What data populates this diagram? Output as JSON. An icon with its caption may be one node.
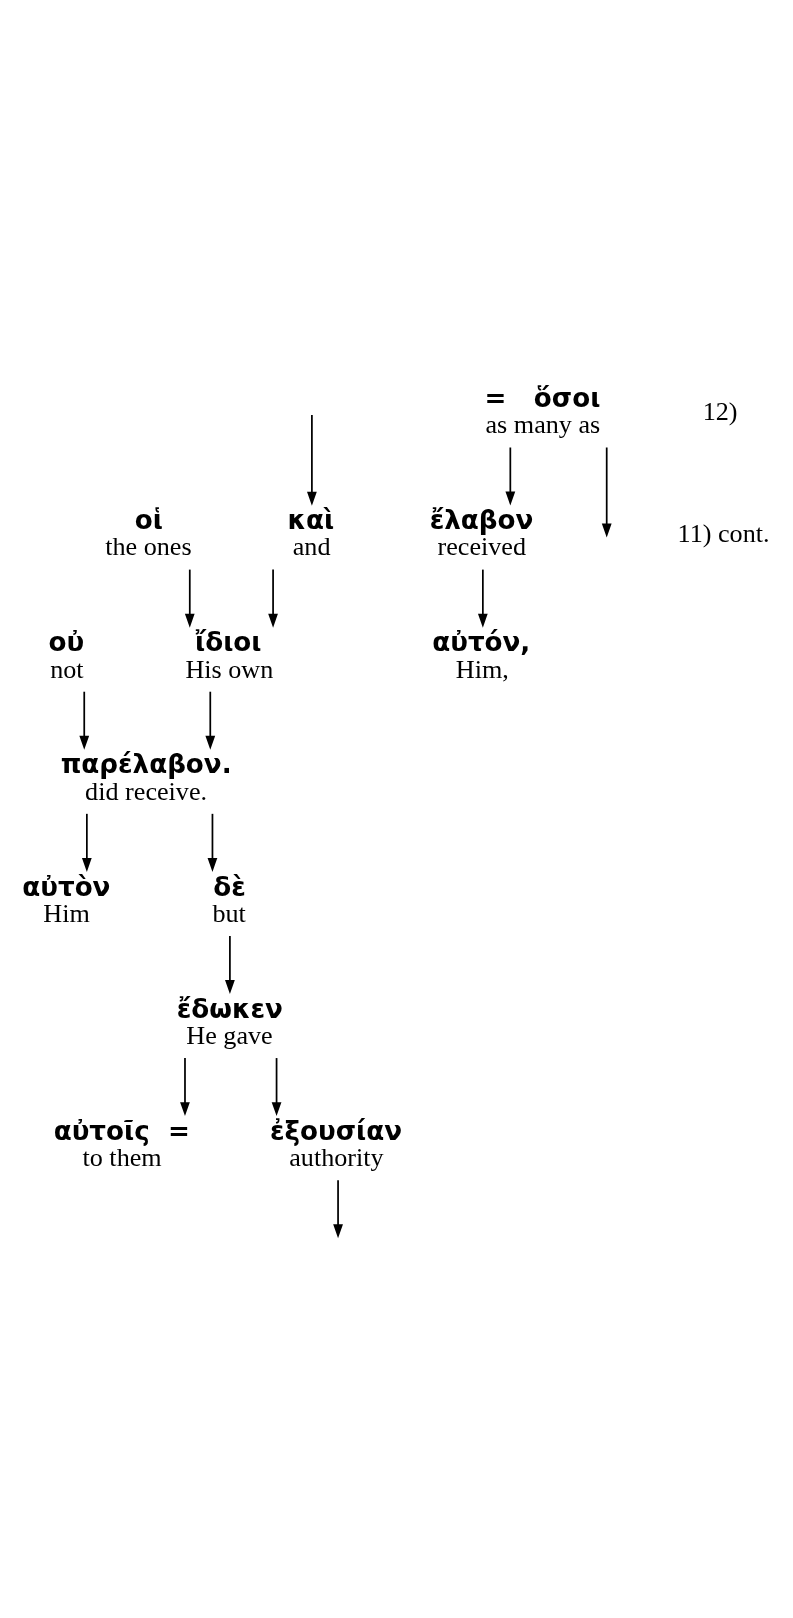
{
  "diagram": {
    "nodes": [
      {
        "text": [
          "καὶ",
          "and"
        ]
      },
      {
        "text": [
          "οἱ",
          "the ones"
        ]
      },
      {
        "text": [
          "ἴδιοι",
          "His own"
        ]
      },
      {
        "text": [
          "αὐτὸν",
          "Him"
        ]
      },
      {
        "text": [
          "οὐ",
          "not"
        ]
      },
      {
        "text": [
          "παρέλαβον.",
          "did receive."
        ]
      },
      {
        "text": [
          "δὲ",
          "but"
        ]
      },
      {
        "text": [
          "ἔδωκεν",
          "He gave"
        ]
      },
      {
        "text": [
          "αὐτοῖς  =",
          "to them"
        ]
      },
      {
        "text": [
          "ἐξουσίαν",
          "authority"
        ]
      },
      {
        "text": [
          "=   ὅσοι",
          "as many as"
        ]
      },
      {
        "text": [
          "ἔλαβον",
          "received"
        ]
      },
      {
        "text": [
          "αὐτόν,",
          "Him,"
        ]
      }
    ],
    "edges": [
      {
        "from": null,
        "to": 0,
        "arrow": "to"
      },
      {
        "from": 0,
        "to": 2,
        "arrow": "to"
      },
      {
        "from": 1,
        "to": 2,
        "arrow": "to"
      },
      {
        "from": 2,
        "to": 5,
        "arrow": "to"
      },
      {
        "from": 4,
        "to": 5,
        "arrow": "to"
      },
      {
        "from": 5,
        "to": 3,
        "arrow": "to"
      },
      {
        "from": 5,
        "to": 6,
        "arrow": "to"
      },
      {
        "from": 6,
        "to": 7,
        "arrow": "to"
      },
      {
        "from": 7,
        "to": 8,
        "arrow": "to"
      },
      {
        "from": 7,
        "to": 9,
        "arrow": "to"
      },
      {
        "from": 9,
        "to": null,
        "arrow": "to"
      },
      {
        "from": 10,
        "to": null,
        "arrow": "to"
      },
      {
        "from": 10,
        "to": 11,
        "arrow": "to"
      },
      {
        "from": 11,
        "to": 12,
        "arrow": "to"
      }
    ],
    "labels": [
      "11) cont.",
      "12)"
    ]
  }
}
